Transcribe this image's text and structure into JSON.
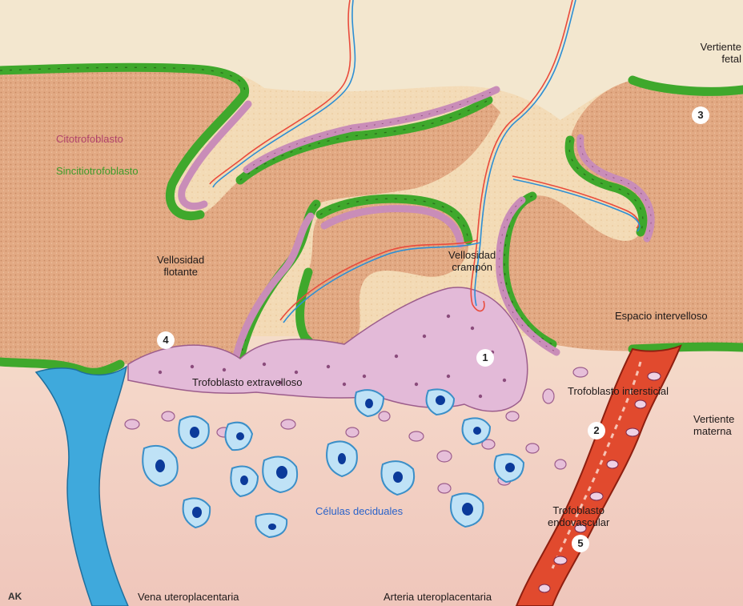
{
  "labels": {
    "citotrofoblasto": "Citotrofoblasto",
    "sincitiotrofoblasto": "Sincitiotrofoblasto",
    "vellosidad_flotante": [
      "Vellosidad",
      "flotante"
    ],
    "vellosidad_crampon": [
      "Vellosidad",
      "crampón"
    ],
    "vertiente_fetal": [
      "Vertiente",
      "fetal"
    ],
    "vertiente_materna": [
      "Vertiente",
      "materna"
    ],
    "espacio_intervelloso": "Espacio intervelloso",
    "trofoblasto_extravelloso": "Trofoblasto extravelloso",
    "trofoblasto_intersticial": "Trofoblasto intersticial",
    "trofoblasto_endovascular": [
      "Trofoblasto",
      "endovascular"
    ],
    "celulas_deciduales": "Células deciduales",
    "vena_uteroplacentaria": "Vena uteroplacentaria",
    "arteria_uteroplacentaria": "Arteria uteroplacentaria"
  },
  "markers": [
    "1",
    "2",
    "3",
    "4",
    "5"
  ],
  "logo": "AK",
  "colors": {
    "cytotrophoblast_text": "#b0436b",
    "syncytiotrophoblast_text": "#3e9c2a",
    "decidual_text": "#2a63c9",
    "stroma": "#e3ad86",
    "decidua": "#f6d8cb",
    "vein": "#3fa9dc",
    "artery": "#d9432c"
  }
}
